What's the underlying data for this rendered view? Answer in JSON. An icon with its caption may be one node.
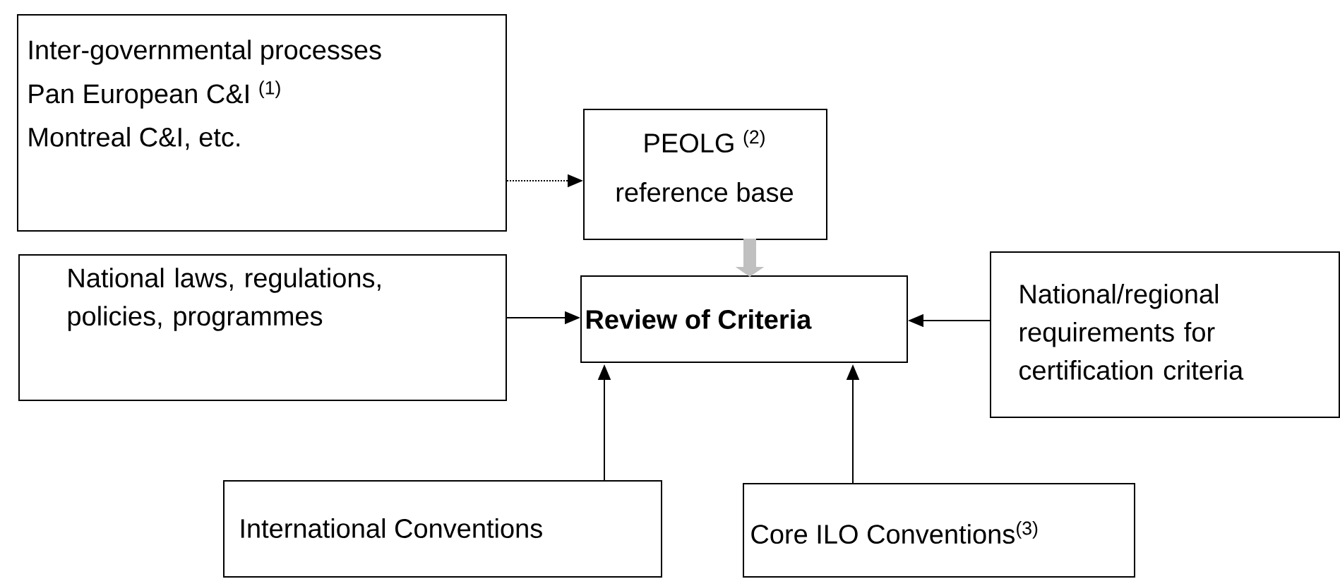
{
  "diagram": {
    "nodes": [
      {
        "text": [
          "Inter-governmental processes",
          "Pan European C&I $^{(1)}$",
          "Montreal C&I, etc."
        ]
      },
      {
        "text": [
          "PEOLG $^{(2)}$",
          "reference base"
        ]
      },
      {
        "text": [
          "National laws, regulations, policies,  programmes"
        ]
      },
      {
        "text": [
          "Review of Criteria"
        ]
      },
      {
        "text": [
          "National/regional requirements for certification criteria"
        ]
      },
      {
        "text": [
          "International Conventions"
        ]
      },
      {
        "text": [
          "Core ILO Conventions$^{(3)}$"
        ]
      }
    ],
    "edges": [
      {
        "from": 0,
        "to": 1,
        "arrow": "to",
        "style": "dashed"
      },
      {
        "from": 1,
        "to": 3,
        "arrow": "to",
        "style": "thick",
        "color": "#c0c0c0"
      },
      {
        "from": 2,
        "to": 3,
        "arrow": "to"
      },
      {
        "from": 4,
        "to": 3,
        "arrow": "to"
      },
      {
        "from": 5,
        "to": 3,
        "arrow": "to"
      },
      {
        "from": 6,
        "to": 3,
        "arrow": "to"
      }
    ]
  }
}
